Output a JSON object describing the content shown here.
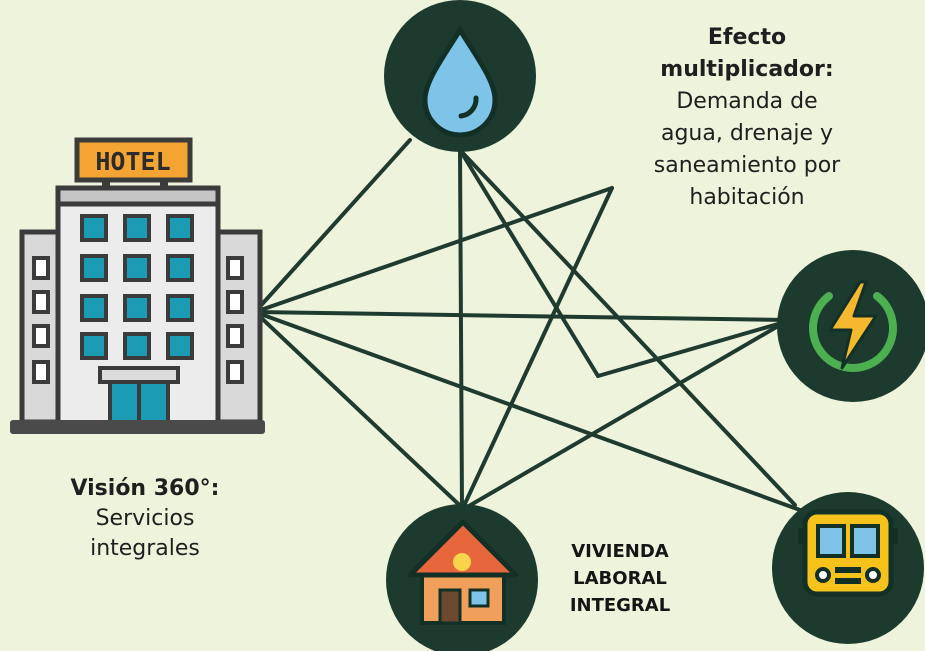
{
  "diagram": {
    "colors": {
      "background": "#eef3dc",
      "line": "#1f3b2f",
      "node_circle": "#1c3a2e",
      "water": "#7ec3e8",
      "energy": "#f5b82e",
      "energy_ring": "#4caf50",
      "bus": "#f5c21b",
      "house_roof": "#e8663c",
      "house_wall": "#f0a05a",
      "hotel_sign": "#f4a433",
      "hotel_window": "#1c9bb5"
    },
    "hotel": {
      "sign_text": "HOTEL",
      "icon": "hotel-building-icon"
    },
    "nodes": [
      {
        "id": "water",
        "icon": "water-drop-icon"
      },
      {
        "id": "energy",
        "icon": "lightning-power-icon"
      },
      {
        "id": "bus",
        "icon": "bus-icon"
      },
      {
        "id": "house",
        "icon": "house-icon"
      }
    ],
    "captions": {
      "vision_title": "Visión 360°:",
      "vision_line1": "Servicios",
      "vision_line2": "integrales",
      "efecto_title1": "Efecto",
      "efecto_title2": "multiplicador:",
      "efecto_line1": "Demanda de",
      "efecto_line2": "agua, drenaje y",
      "efecto_line3": "saneamiento por",
      "efecto_line4": "habitación",
      "vivienda_line1": "VIVIENDA",
      "vivienda_line2": "LABORAL",
      "vivienda_line3": "INTEGRAL"
    }
  }
}
